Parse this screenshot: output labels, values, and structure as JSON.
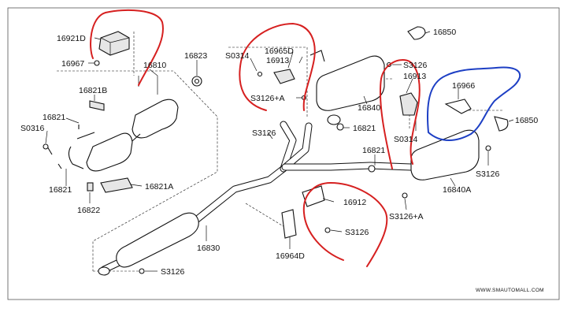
{
  "diagram": {
    "labels": {
      "p16921D": "16921D",
      "p16967": "16967",
      "p16810": "16810",
      "p16823": "16823",
      "p16821B": "16821B",
      "p16821a": "16821",
      "pS0316": "S0316",
      "p16821b": "16821",
      "p16822": "16822",
      "p16821A": "16821A",
      "pS0314a": "S0314",
      "p16965D": "16965D",
      "p16913a": "16913",
      "pS3126A1": "S3126+A",
      "pS3126a": "S3126",
      "p16840": "16840",
      "p16821c": "16821",
      "pS3126b": "S3126",
      "p16913b": "16913",
      "p16850a": "16850",
      "p16966": "16966",
      "p16850b": "16850",
      "pS0314b": "S0314",
      "p16821d": "16821",
      "pS3126c": "S3126",
      "p16840A": "16840A",
      "p16912": "16912",
      "pS3126A2": "S3126+A",
      "pS3126d": "S3126",
      "p16964D": "16964D",
      "p16830": "16830",
      "pS3126e": "S3126"
    },
    "watermark": "WWW.SMAUTOMALL.COM",
    "annotation_colors": {
      "red": "#d62020",
      "blue": "#1d3fc4"
    }
  }
}
